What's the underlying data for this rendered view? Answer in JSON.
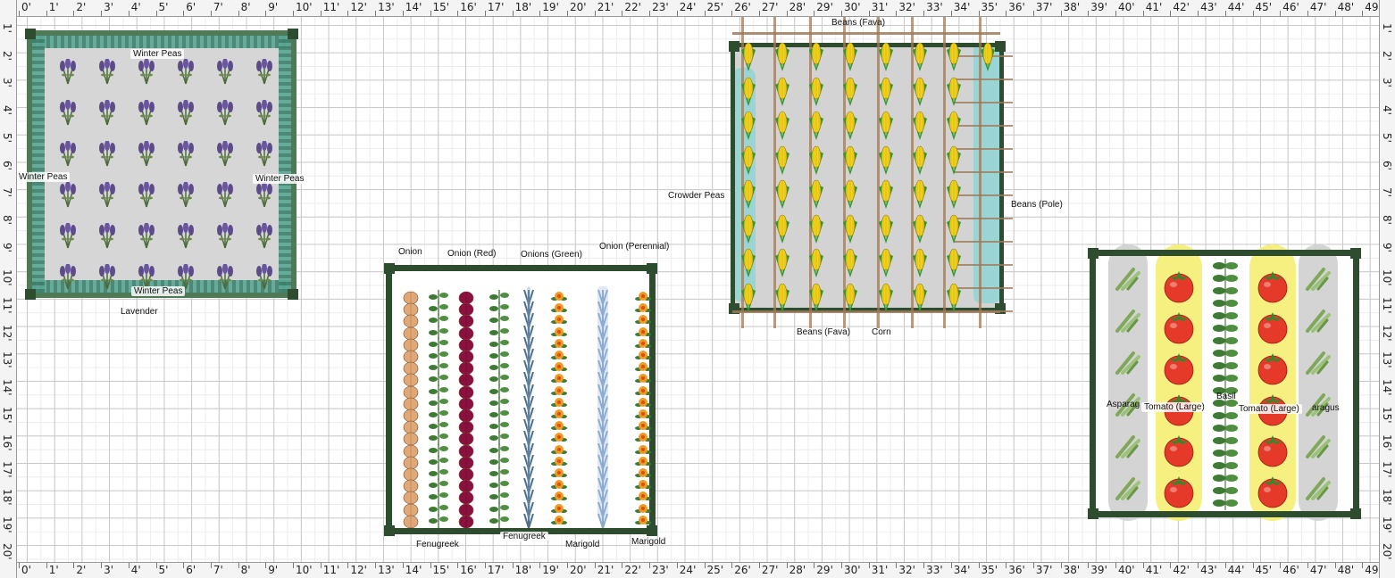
{
  "ruler": {
    "x_labels": [
      "0'",
      "1'",
      "2'",
      "3'",
      "4'",
      "5'",
      "6'",
      "7'",
      "8'",
      "9'",
      "10'",
      "11'",
      "12'",
      "13'",
      "14'",
      "15'",
      "16'",
      "17'",
      "18'",
      "19'",
      "20'",
      "21'",
      "22'",
      "23'",
      "24'",
      "25'",
      "26'",
      "27'",
      "28'",
      "29'",
      "30'",
      "31'",
      "32'",
      "33'",
      "34'",
      "35'",
      "36'",
      "37'",
      "38'",
      "39'",
      "40'",
      "41'",
      "42'",
      "43'",
      "44'",
      "45'",
      "46'",
      "47'",
      "48'",
      "49'"
    ],
    "y_labels": [
      "1'",
      "2'",
      "3'",
      "4'",
      "5'",
      "6'",
      "7'",
      "8'",
      "9'",
      "10'",
      "11'",
      "12'",
      "13'",
      "14'",
      "15'",
      "16'",
      "17'",
      "18'",
      "19'",
      "20'"
    ]
  },
  "bed1": {
    "labels": {
      "winter_peas_top": "Winter Peas",
      "winter_peas_left": "Winter Peas",
      "winter_peas_right": "Winter Peas",
      "winter_peas_bottom": "Winter Peas",
      "lavender": "Lavender"
    },
    "plants": [
      "lavender"
    ]
  },
  "bed2": {
    "labels": {
      "onion": "Onion",
      "onion_red": "Onion (Red)",
      "onions_green": "Onions (Green)",
      "onion_perennial": "Onion (Perennial)",
      "fenugreek_1": "Fenugreek",
      "fenugreek_2": "Fenugreek",
      "marigold_1": "Marigold",
      "marigold_2": "Marigold"
    },
    "rows": [
      {
        "plant": "onion",
        "color": "#e0a877"
      },
      {
        "plant": "fenugreek",
        "color": "#3e7a34"
      },
      {
        "plant": "onion-red",
        "color": "#8a1040"
      },
      {
        "plant": "fenugreek",
        "color": "#3e7a34"
      },
      {
        "plant": "onions-green",
        "color": "#4d6f88"
      },
      {
        "plant": "marigold",
        "color": "#f09a22"
      },
      {
        "plant": "onion-perennial",
        "color": "#8aa9c8"
      },
      {
        "plant": "marigold",
        "color": "#f09a22"
      }
    ]
  },
  "bed3": {
    "labels": {
      "beans_fava_top": "Beans (Fava)",
      "crowder_peas": "Crowder Peas",
      "beans_pole": "Beans (Pole)",
      "beans_fava_bottom": "Beans (Fava)",
      "corn": "Corn"
    },
    "plants": [
      "corn"
    ]
  },
  "bed4": {
    "labels": {
      "asparagus_left": "Asparag",
      "tomato_left": "Tomato (Large)",
      "basil": "Basil",
      "tomato_right": "Tomato (Large)",
      "asparagus_right": "aragus"
    },
    "rows": [
      {
        "plant": "asparagus",
        "color": "#7fa85a"
      },
      {
        "plant": "tomato",
        "color": "#e53a2a"
      },
      {
        "plant": "basil",
        "color": "#3e7a34"
      },
      {
        "plant": "tomato",
        "color": "#e53a2a"
      },
      {
        "plant": "asparagus",
        "color": "#7fa85a"
      }
    ]
  },
  "colors": {
    "frame": "#2e4d2e",
    "soil": "#d3d3d3",
    "tomato_highlight": "#f5ef7a",
    "asparagus_highlight": "#cfcfcf",
    "crowder_highlight": "#6ed6d6",
    "corn_yellow": "#f2d21c",
    "corn_green": "#2f9a2a",
    "stake": "#9c7a5a"
  }
}
